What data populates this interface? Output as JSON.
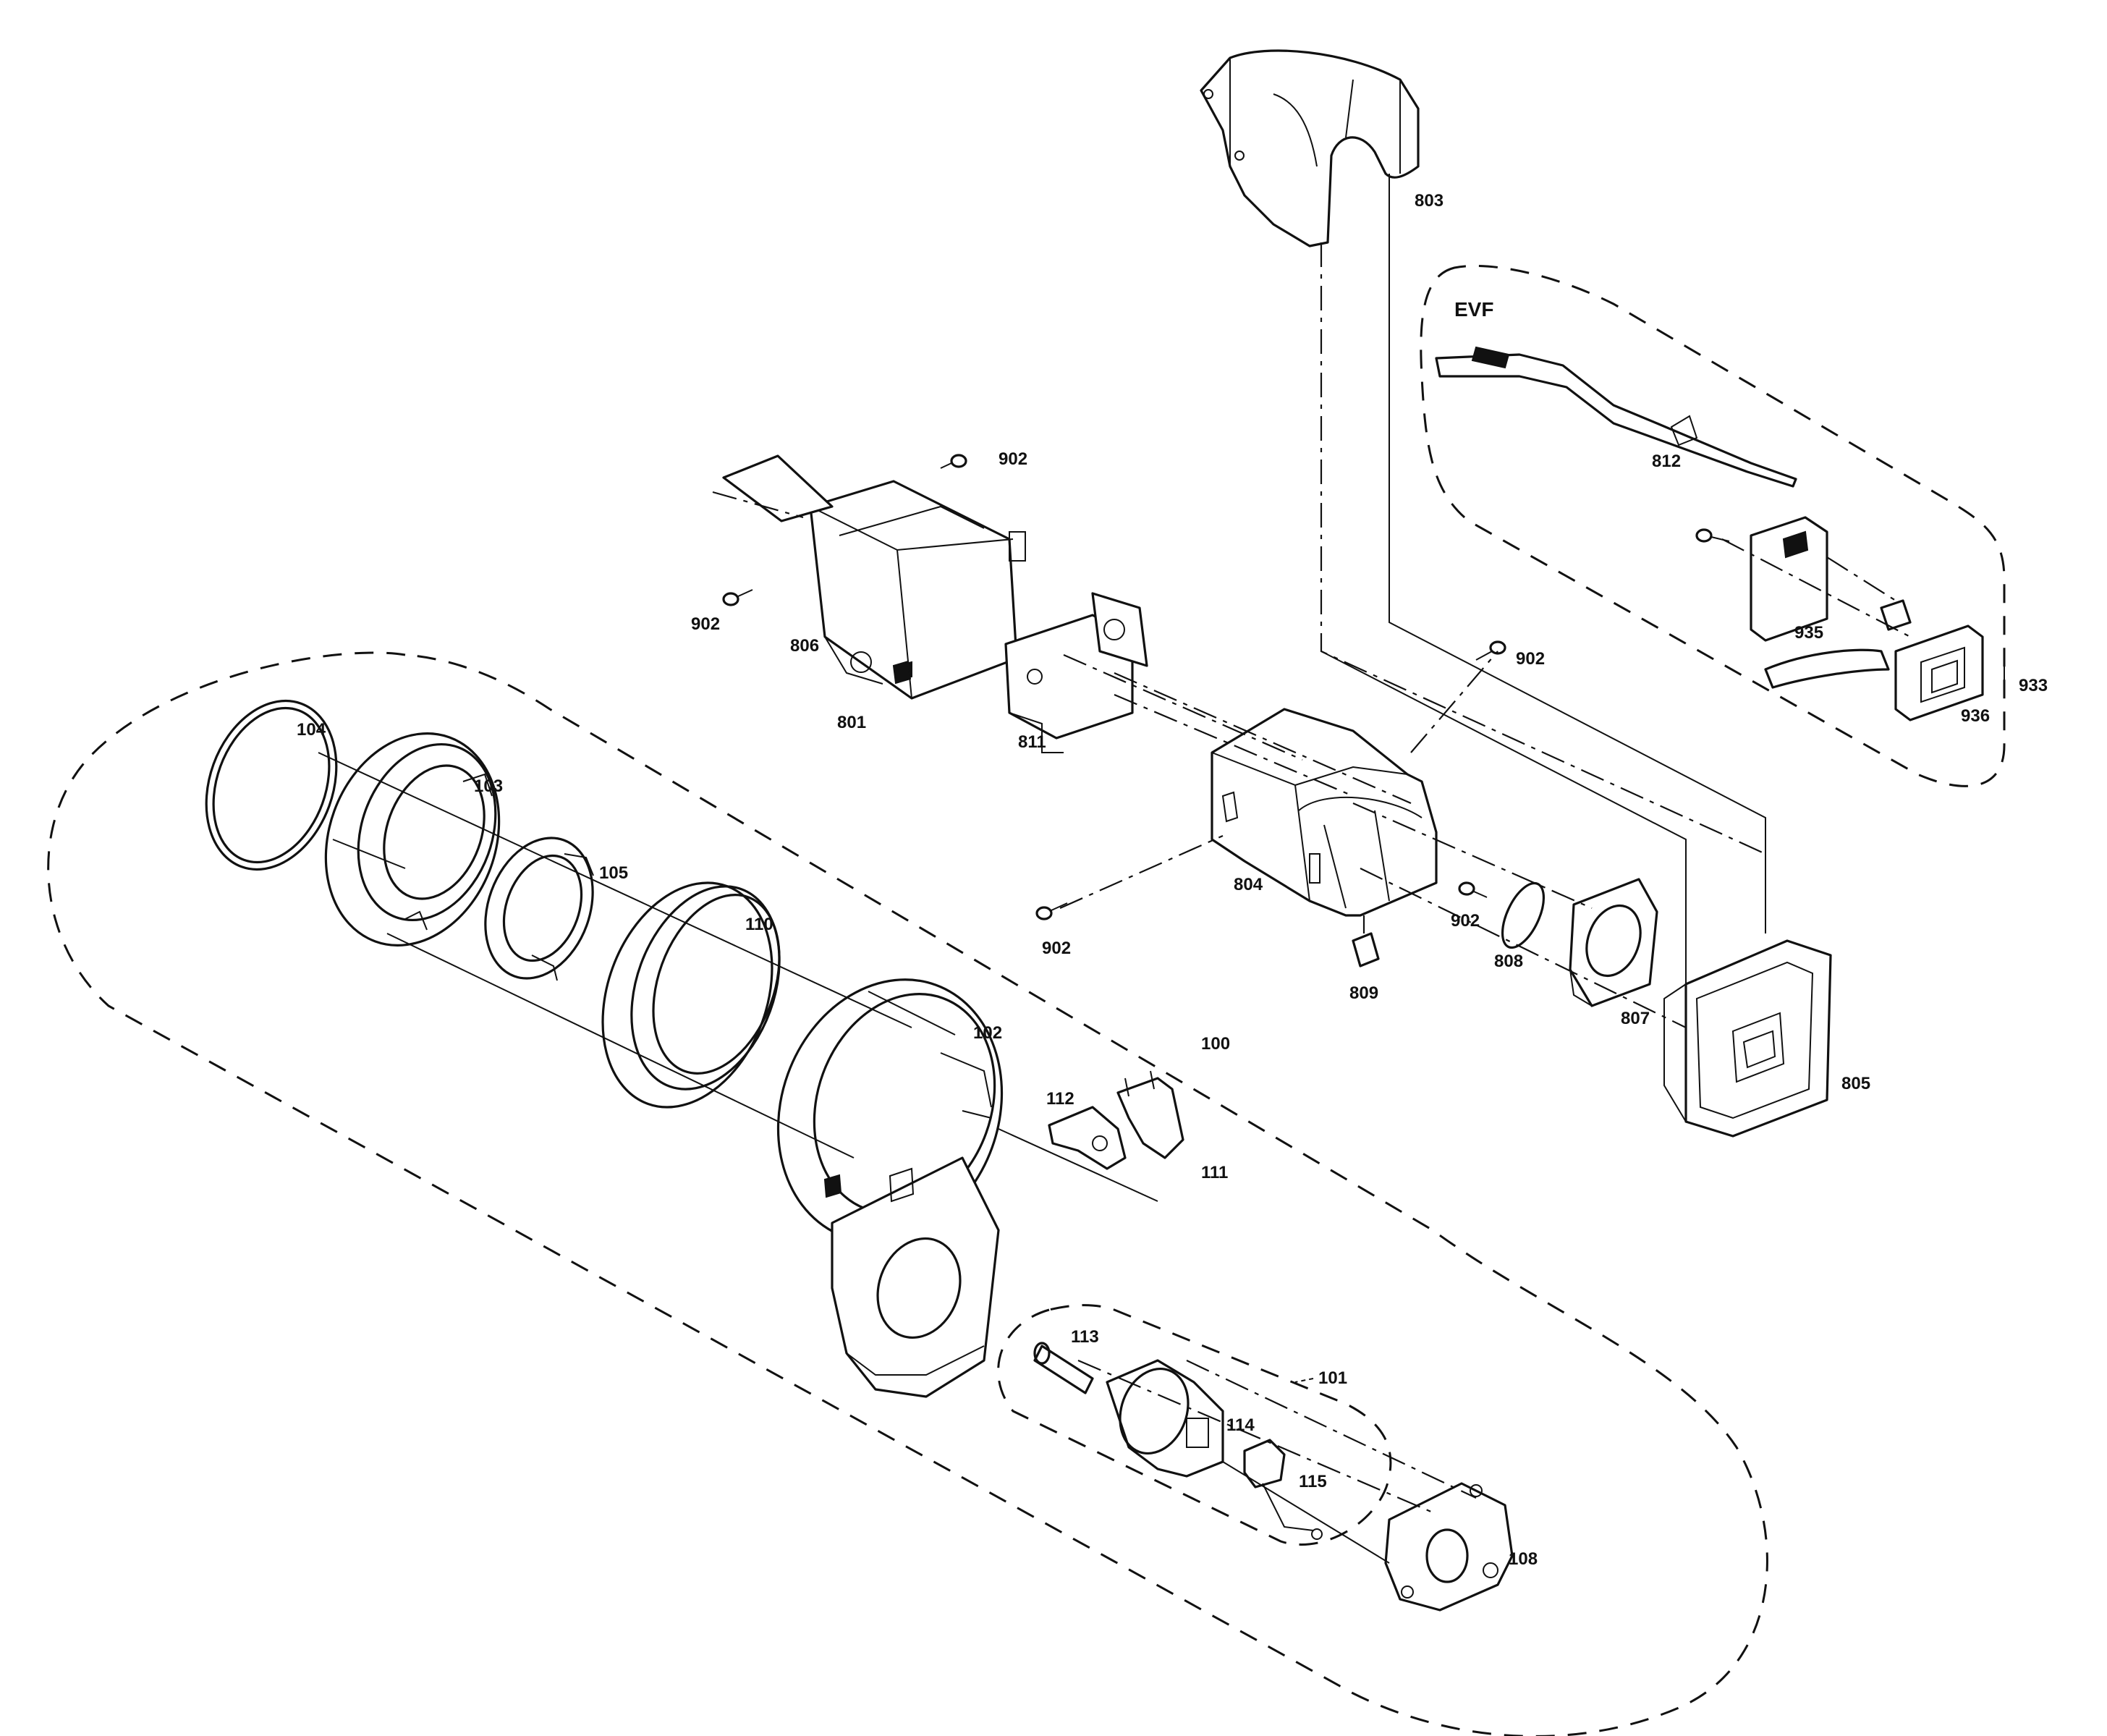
{
  "labels": {
    "p803": "803",
    "evf": "EVF",
    "p812": "812",
    "p902a": "902",
    "p902b": "902",
    "p902c": "902",
    "p902d": "902",
    "p902e": "902",
    "p806": "806",
    "p801": "801",
    "p811": "811",
    "p935": "935",
    "p933": "933",
    "p936": "936",
    "p104": "104",
    "p103": "103",
    "p105": "105",
    "p110": "110",
    "p804": "804",
    "p808": "808",
    "p807": "807",
    "p809": "809",
    "p805": "805",
    "p102": "102",
    "p100": "100",
    "p112": "112",
    "p111": "111",
    "p113": "113",
    "p101": "101",
    "p114": "114",
    "p115": "115",
    "p108": "108"
  }
}
